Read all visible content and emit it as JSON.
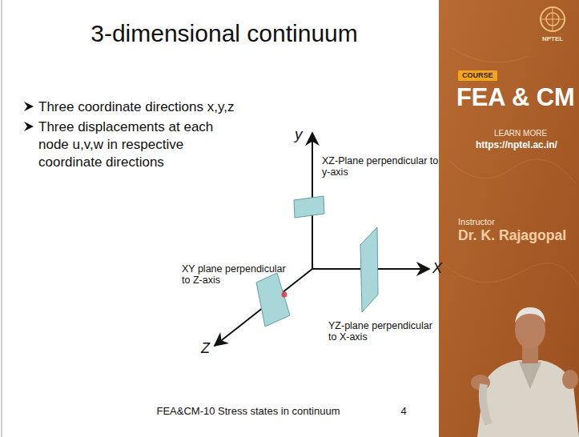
{
  "diagram": {
    "title": "3-dimensional continuum",
    "nodes": [
      {
        "text": [
          "NPTEL",
          "FEA & CM",
          "LEARN MORE",
          "https://nptel.ac.in/",
          "Instructor",
          "Dr. K. Rajagopal"
        ]
      },
      {
        "text": [
          "COURSE"
        ],
        "in": 0
      }
    ],
    "labels": [
      "Three coordinate directions x,y,z",
      "Three displacements at each node u,v,w in respective coordinate directions",
      "y",
      "X",
      "Z",
      "XZ-Plane perpendicular to y-axis",
      "XY plane perpendicular to Z-axis",
      "YZ-plane perpendicular to X-axis",
      "FEA&CM-10 Stress states in continuum",
      "4"
    ]
  }
}
